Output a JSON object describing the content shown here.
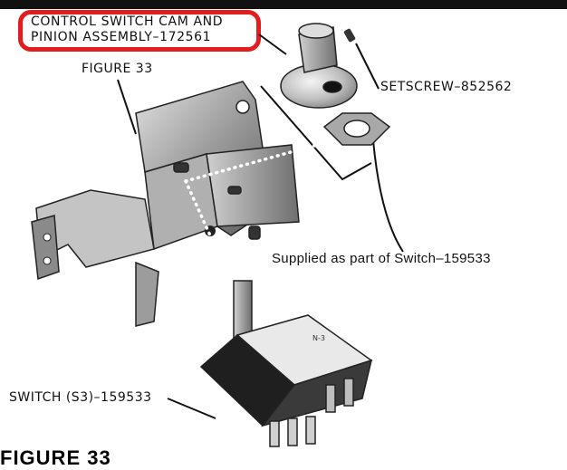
{
  "callout": {
    "line1": "CONTROL SWITCH CAM AND",
    "line2": "PINION ASSEMBLY–172561",
    "border_color": "#e11d1d"
  },
  "labels": {
    "figure": "FIGURE 33",
    "setscrew": "SETSCREW–852562",
    "supplied": "Supplied as part of Switch–159533",
    "switch": "SWITCH (S3)–159533",
    "footer": "FIGURE 33"
  },
  "switch_markings": {
    "top_mark": "N-3"
  }
}
